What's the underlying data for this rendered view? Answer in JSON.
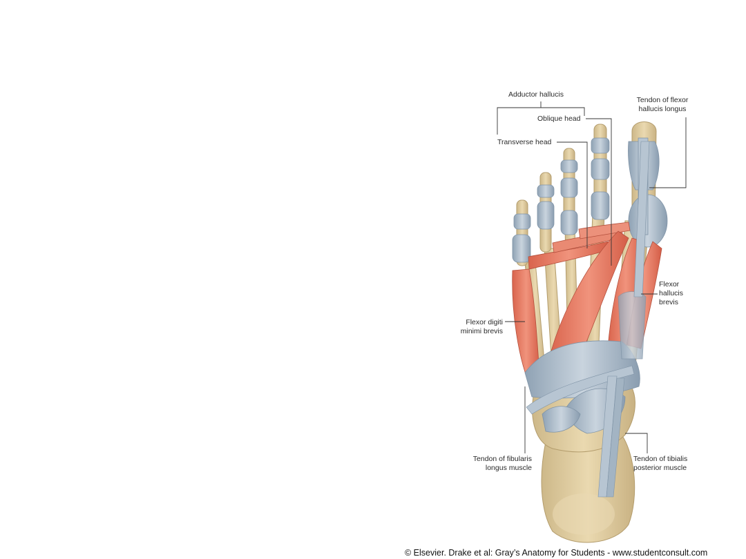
{
  "labels": {
    "adductor_hallucis": "Adductor hallucis",
    "oblique_head": "Oblique head",
    "transverse_head": "Transverse head",
    "tendon_flexor_hallucis_longus": "Tendon of flexor\nhallucis longus",
    "flexor_hallucis_brevis": "Flexor\nhallucis\nbrevis",
    "flexor_digiti_minimi_brevis": "Flexor digiti\nminimi brevis",
    "tendon_fibularis_longus": "Tendon of fibularis\nlongus muscle",
    "tendon_tibialis_posterior": "Tendon of tibialis\nposterior muscle"
  },
  "credit": "© Elsevier. Drake et al: Gray’s Anatomy for Students - www.studentconsult.com",
  "colors": {
    "bone": "#e3d3a9",
    "bone_shade": "#c4ae7d",
    "tendon": "#a9b8c6",
    "tendon_shade": "#7f93a6",
    "muscle": "#e47a62",
    "muscle_light": "#f0a48f",
    "line": "#333333"
  }
}
